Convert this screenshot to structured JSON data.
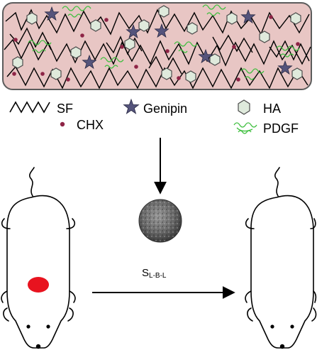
{
  "legend": {
    "sf": "SF",
    "genipin": "Genipin",
    "ha": "HA",
    "chx": "CHX",
    "pdgf": "PDGF"
  },
  "arrow_label": {
    "main": "S",
    "subscript": "L-B-L"
  },
  "colors": {
    "matrix_fill": "#e8c6c4",
    "matrix_border": "#5c5c5c",
    "fiber": "#000000",
    "genipin_star": "#55547c",
    "ha_hexagon": "#dfeadc",
    "ha_stroke": "#4c4c4c",
    "chx_dot": "#8e2446",
    "pdgf_coil": "#3fbf3f",
    "wound": "#e8131f",
    "scaffold_disc": "#6b6b6b"
  },
  "icons": {
    "genipin": "star-icon",
    "ha": "hexagon-icon",
    "chx": "dot-icon",
    "pdgf": "coil-icon",
    "sf": "zigzag-icon",
    "rat_before": "rat-with-wound-icon",
    "rat_after": "rat-healed-icon",
    "scaffold": "scaffold-disc-icon"
  }
}
